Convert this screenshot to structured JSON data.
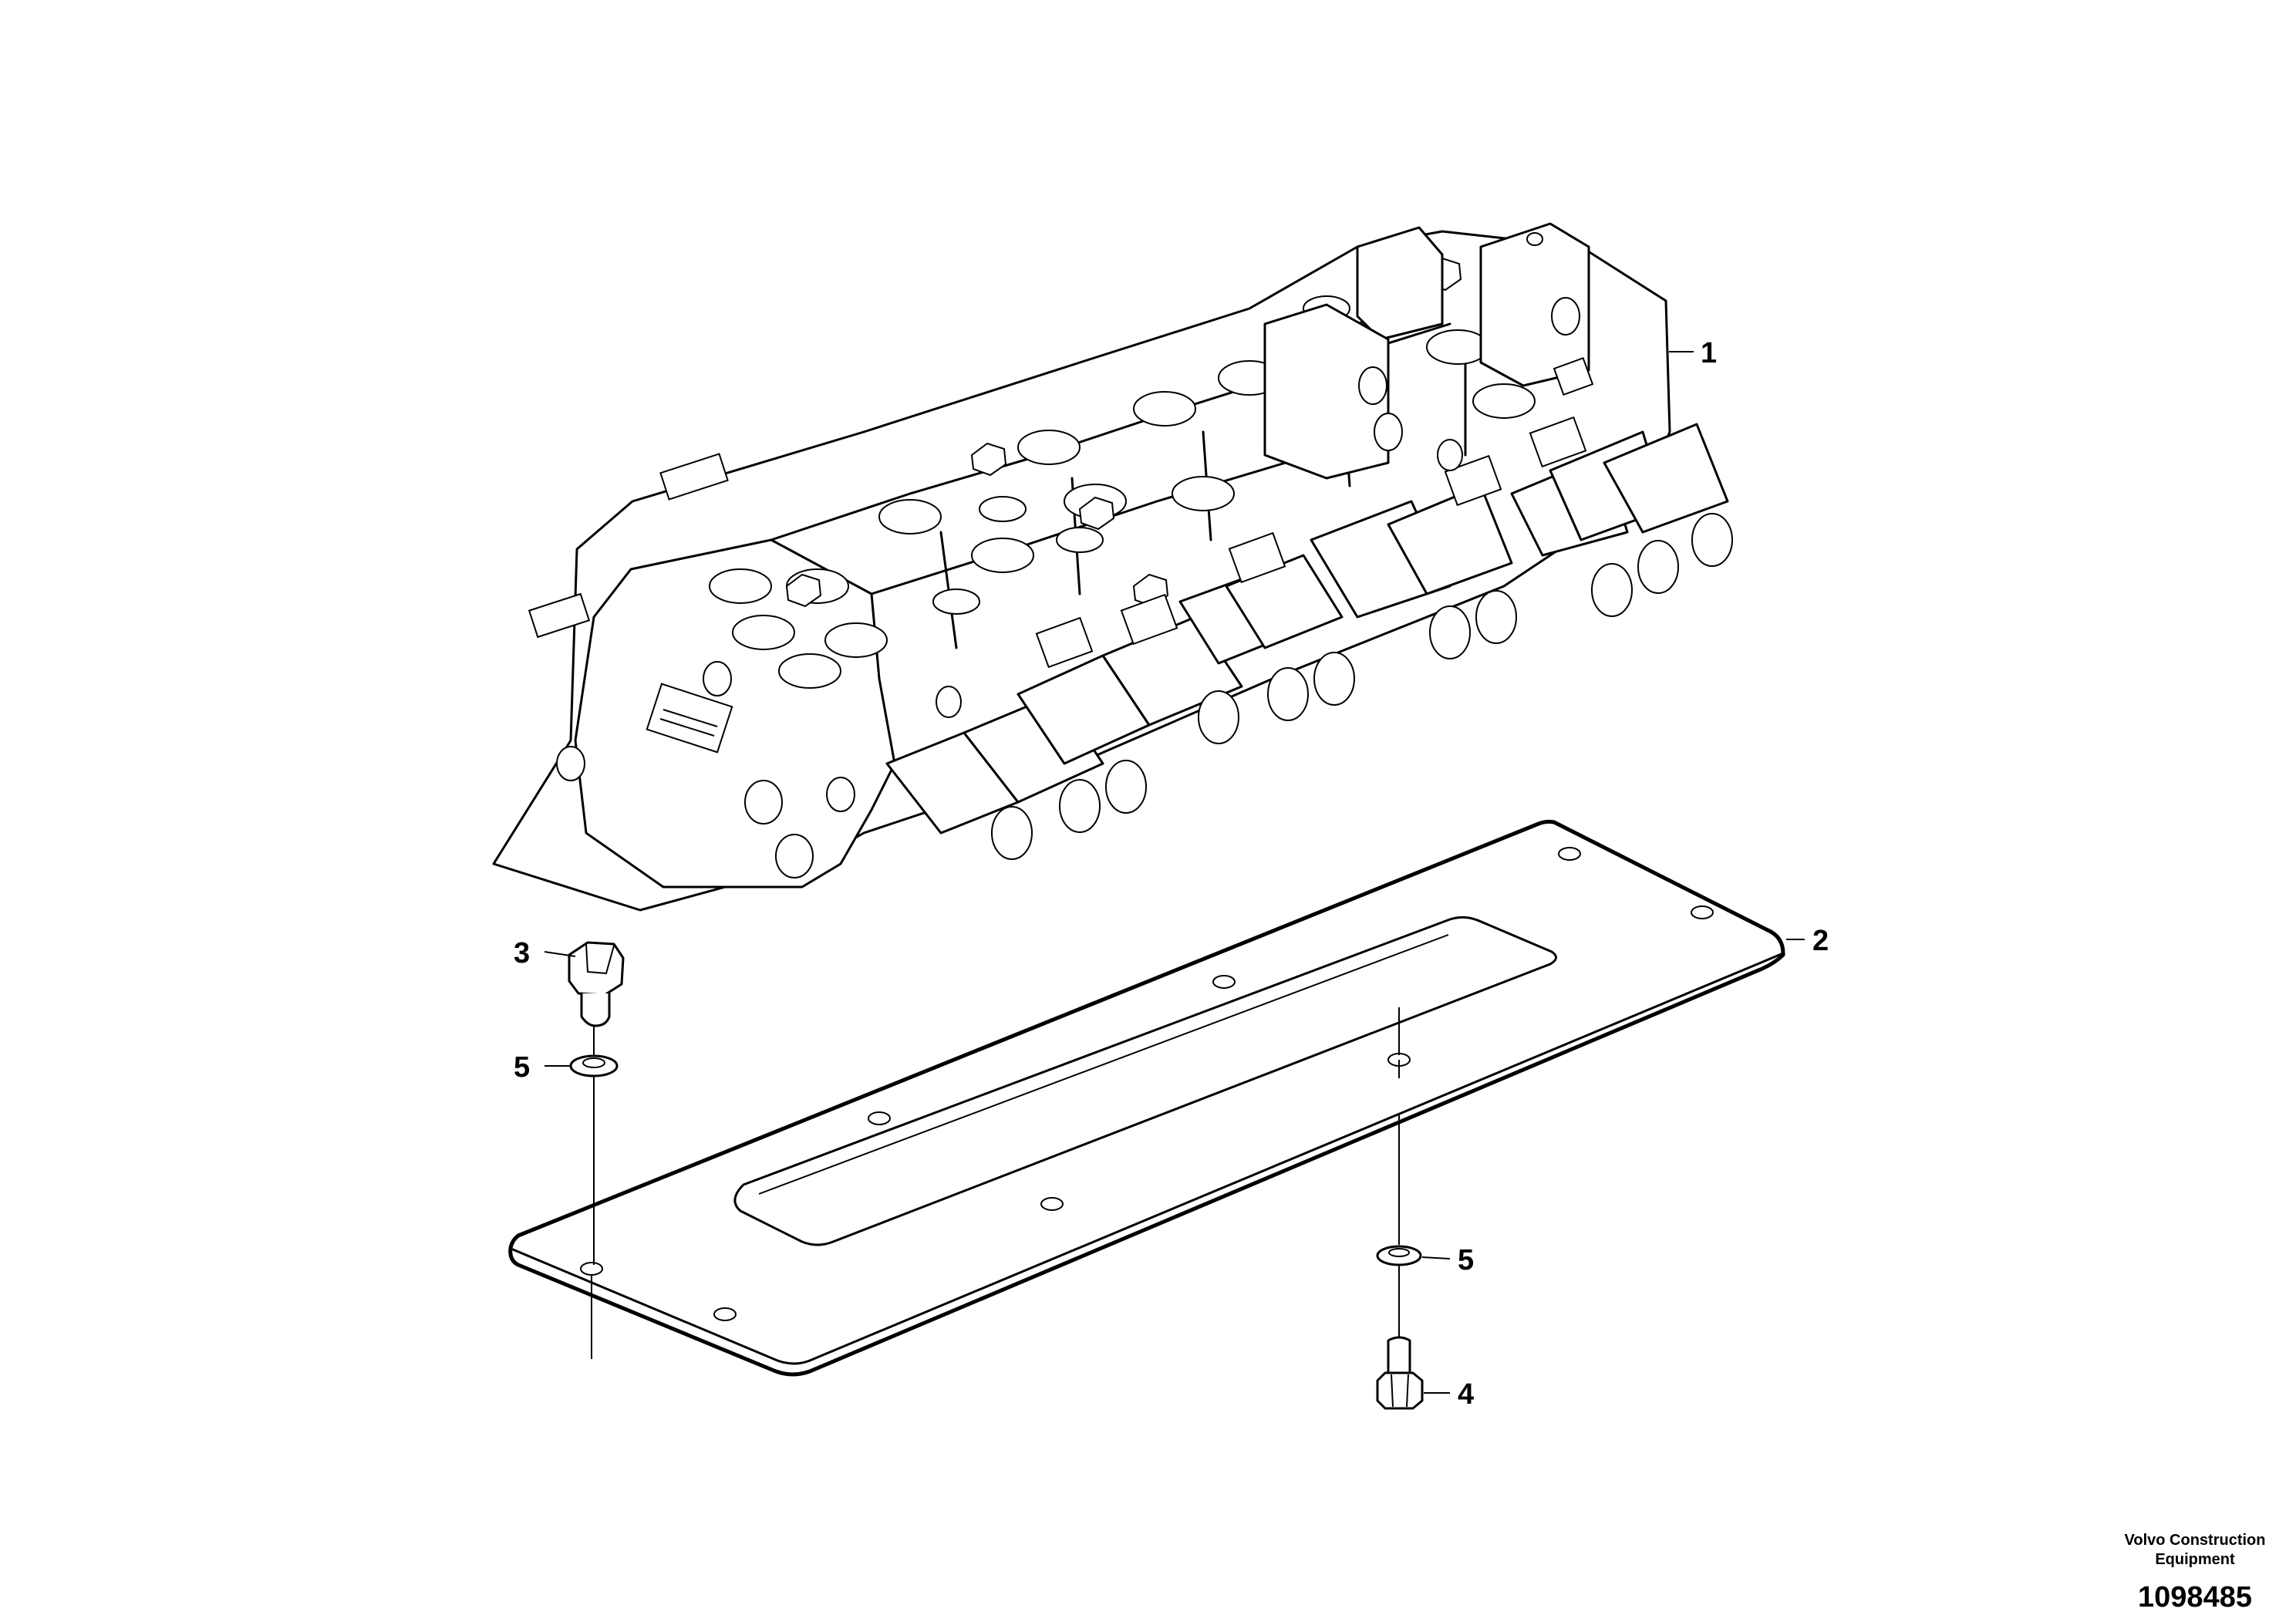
{
  "callouts": {
    "c1": "1",
    "c2": "2",
    "c3": "3",
    "c4": "4",
    "c5a": "5",
    "c5b": "5"
  },
  "footer": {
    "company": "Volvo Construction Equipment",
    "drawing_number": "1098485"
  }
}
